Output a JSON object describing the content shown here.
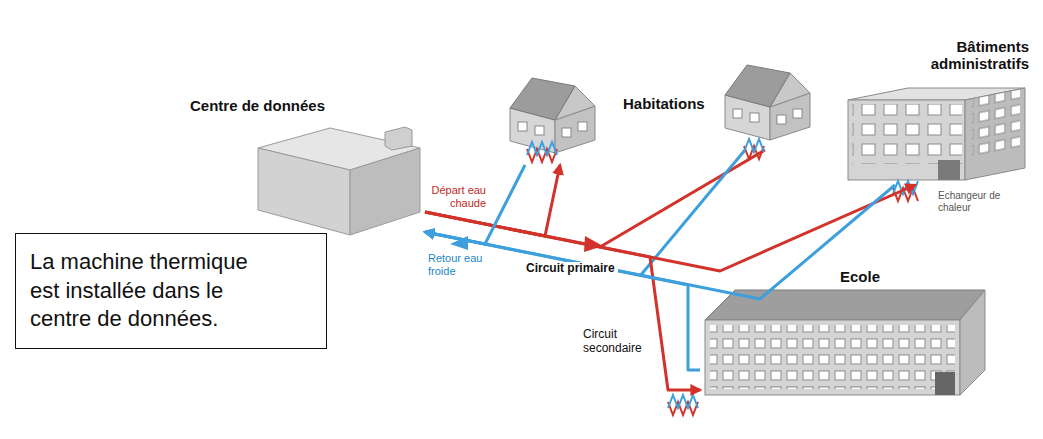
{
  "diagram": {
    "nodes": [
      {
        "text": [
          "Centre de données"
        ]
      },
      {
        "text": [
          "Habitations"
        ]
      },
      {
        "text": [
          "Bâtiments administratifs"
        ]
      },
      {
        "text": [
          "Ecole"
        ]
      },
      {
        "text": [
          "La machine thermique est installée dans le centre de données."
        ]
      }
    ],
    "edges": [
      {
        "from": 0,
        "to": 1,
        "arrow": "to"
      },
      {
        "from": 0,
        "to": 2,
        "arrow": "to"
      },
      {
        "from": 0,
        "to": 3,
        "arrow": "to"
      },
      {
        "from": 1,
        "to": 0,
        "arrow": "to"
      },
      {
        "from": 2,
        "to": 0,
        "arrow": "to"
      },
      {
        "from": 3,
        "to": 0,
        "arrow": "to"
      }
    ],
    "labels": [
      "Départ eau chaude",
      "Retour eau froide",
      "Circuit primaire",
      "Echangeur de chaleur",
      "Circuit secondaire"
    ]
  }
}
